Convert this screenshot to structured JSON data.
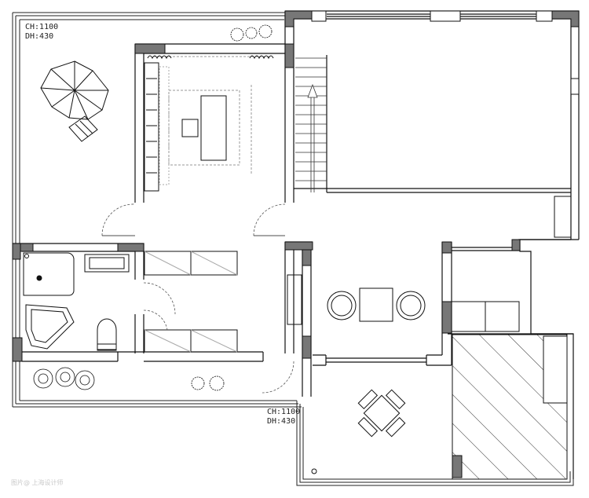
{
  "annotations": {
    "top_left": {
      "ch": "CH:1100",
      "dh": "DH:430"
    },
    "bottom_mid": {
      "ch": "CH:1100",
      "dh": "DH:430"
    }
  },
  "watermark": "图片@ 上海设计师",
  "colors": {
    "wall": "#777777",
    "line": "#111111",
    "background": "#ffffff"
  }
}
